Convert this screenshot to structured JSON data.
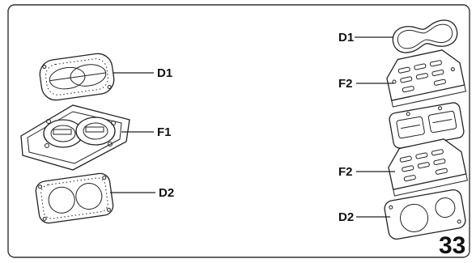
{
  "diagram": {
    "page_number": "33",
    "callouts": [
      {
        "id": "left-1",
        "label": "D1"
      },
      {
        "id": "left-2",
        "label": "F1"
      },
      {
        "id": "left-3",
        "label": "D2"
      },
      {
        "id": "right-1",
        "label": "D1"
      },
      {
        "id": "right-2",
        "label": "F2"
      },
      {
        "id": "right-4",
        "label": "F2"
      },
      {
        "id": "right-5",
        "label": "D2"
      }
    ]
  }
}
